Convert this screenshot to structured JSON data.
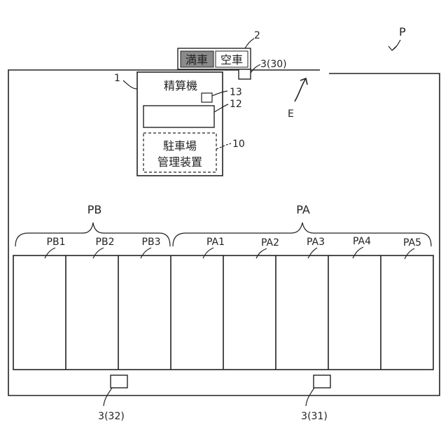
{
  "figure": {
    "sign": {
      "ref": "2",
      "full_label": "満車",
      "empty_label": "空車",
      "full_bg": "#8a8a8a"
    },
    "payment_machine": {
      "ref": "1",
      "title": "精算機",
      "ref_small_box": "13",
      "ref_display": "12",
      "ref_manager": "10",
      "manager_line1": "駐車場",
      "manager_line2": "管理装置"
    },
    "camera_entrance": "3(30)",
    "camera_front": "3(32)",
    "camera_back": "3(31)",
    "lot_ref": "P",
    "entrance_ref": "E",
    "area_b": {
      "label": "PB",
      "spaces": [
        "PB1",
        "PB2",
        "PB3"
      ]
    },
    "area_a": {
      "label": "PA",
      "spaces": [
        "PA1",
        "PA2",
        "PA3",
        "PA4",
        "PA5"
      ]
    }
  }
}
